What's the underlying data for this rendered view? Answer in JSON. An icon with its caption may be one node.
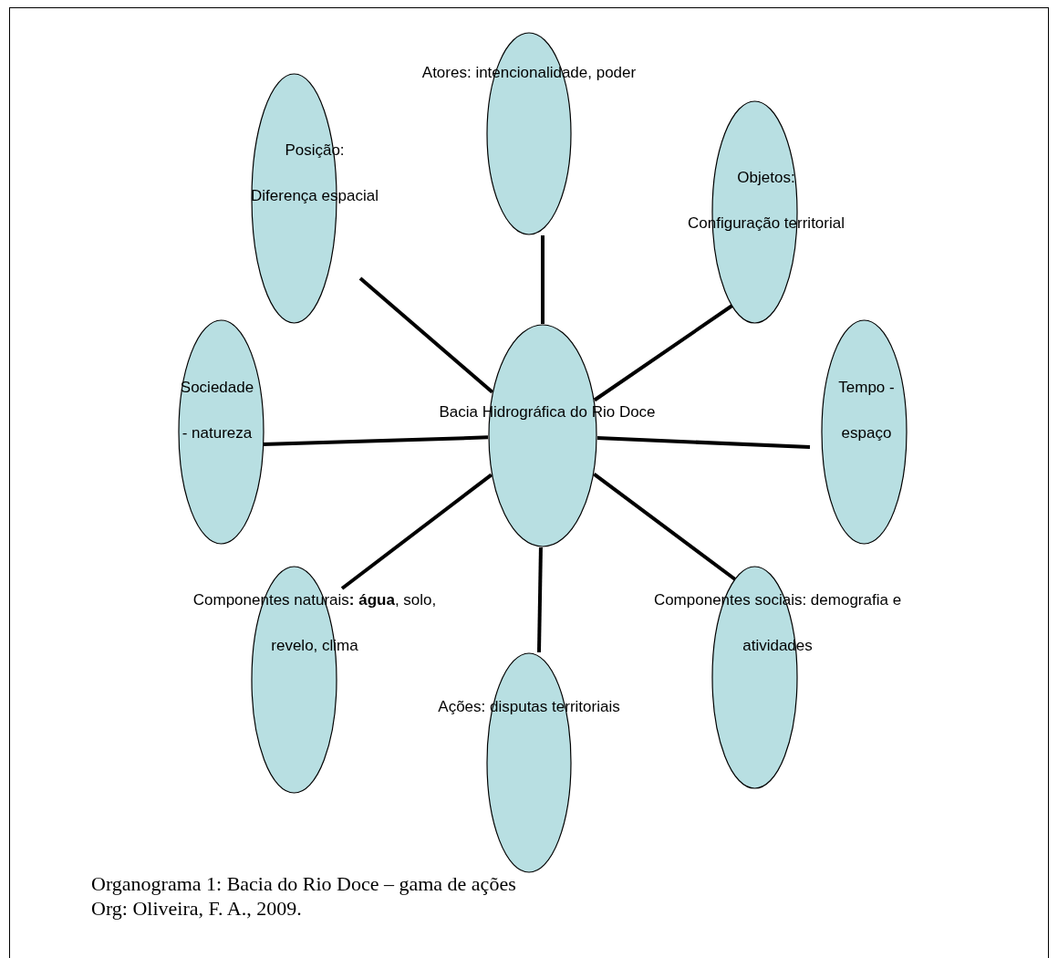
{
  "diagram": {
    "caption": "Organograma 1: Bacia do Rio Doce – gama de ações",
    "nodes": [
      {
        "text": [
          "Bacia Hidrográfica do Rio Doce"
        ]
      },
      {
        "text": [
          "Atores: intencionalidade, poder"
        ]
      },
      {
        "text": [
          "Posição:",
          "Diferença espacial"
        ]
      },
      {
        "text": [
          "Objetos:",
          "Configuração territorial"
        ]
      },
      {
        "text": [
          "Sociedade - natureza"
        ]
      },
      {
        "text": [
          "Tempo - espaço"
        ]
      },
      {
        "text": [
          "Componentes naturais**: água**, solo, revelo, clima"
        ]
      },
      {
        "text": [
          "Ações: disputas territoriais"
        ]
      },
      {
        "text": [
          "Componentes sociais: demografia e atividades"
        ]
      }
    ],
    "edges": [
      {
        "from": 0,
        "to": 1,
        "arrow": "none"
      },
      {
        "from": 0,
        "to": 2,
        "arrow": "none"
      },
      {
        "from": 0,
        "to": 3,
        "arrow": "none"
      },
      {
        "from": 0,
        "to": 4,
        "arrow": "none"
      },
      {
        "from": 0,
        "to": 5,
        "arrow": "none"
      },
      {
        "from": 0,
        "to": 6,
        "arrow": "none"
      },
      {
        "from": 0,
        "to": 7,
        "arrow": "none"
      },
      {
        "from": 0,
        "to": 8,
        "arrow": "none"
      }
    ],
    "labels": [
      "Org: Oliveira, F. A., 2009."
    ]
  }
}
